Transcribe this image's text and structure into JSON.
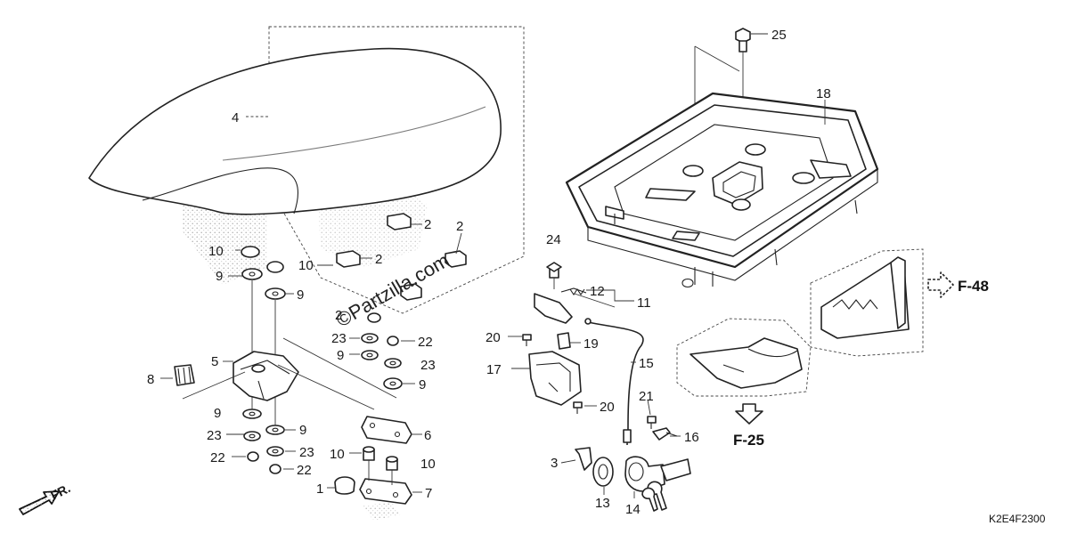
{
  "watermark": "©Partzilla.com",
  "diagram_code": "K2E4F2300",
  "direction_label": "FR.",
  "refs": {
    "f48": "F-48",
    "f25": "F-25"
  },
  "callouts": {
    "c1": "1",
    "c2a": "2",
    "c2b": "2",
    "c2c": "2",
    "c2d": "2",
    "c3": "3",
    "c4": "4",
    "c5": "5",
    "c6": "6",
    "c7": "7",
    "c8": "8",
    "c9a": "9",
    "c9b": "9",
    "c9c": "9",
    "c9d": "9",
    "c9e": "9",
    "c9f": "9",
    "c10a": "10",
    "c10b": "10",
    "c10c": "10",
    "c10d": "10",
    "c11": "11",
    "c12": "12",
    "c13": "13",
    "c14": "14",
    "c15": "15",
    "c16": "16",
    "c17": "17",
    "c18": "18",
    "c19": "19",
    "c20a": "20",
    "c20b": "20",
    "c21": "21",
    "c22a": "22",
    "c22b": "22",
    "c22c": "22",
    "c23a": "23",
    "c23b": "23",
    "c23c": "23",
    "c23d": "23",
    "c24": "24",
    "c25": "25"
  }
}
